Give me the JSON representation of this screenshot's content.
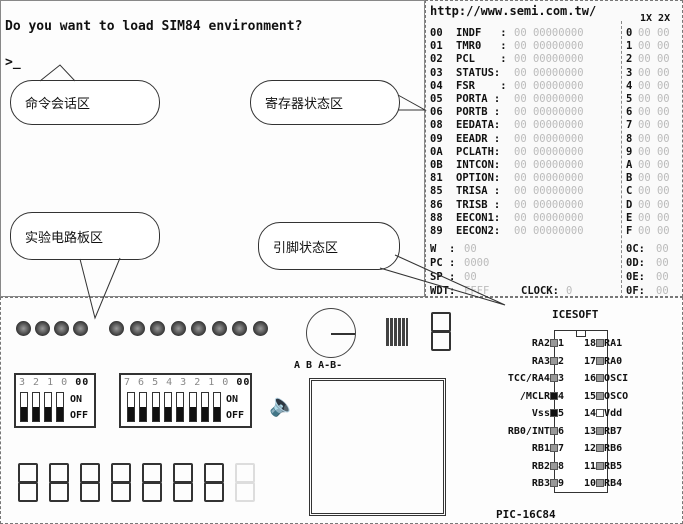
{
  "command": {
    "prompt": "Do you want to load SIM84 environment?",
    "cursor": ">_"
  },
  "callouts": {
    "command": "命令会话区",
    "registers": "寄存器状态区",
    "board": "实验电路板区",
    "pins": "引脚状态区"
  },
  "registers": {
    "url": "http://www.semi.com.tw/",
    "col_header": "1X 2X",
    "rows": [
      {
        "addr": "00",
        "name": "INDF   :",
        "value": "00 00000000"
      },
      {
        "addr": "01",
        "name": "TMR0   :",
        "value": "00 00000000"
      },
      {
        "addr": "02",
        "name": "PCL    :",
        "value": "00 00000000"
      },
      {
        "addr": "03",
        "name": "STATUS:",
        "value": "00 00000000"
      },
      {
        "addr": "04",
        "name": "FSR    :",
        "value": "00 00000000"
      },
      {
        "addr": "05",
        "name": "PORTA :",
        "value": "00 00000000"
      },
      {
        "addr": "06",
        "name": "PORTB :",
        "value": "00 00000000"
      },
      {
        "addr": "08",
        "name": "EEDATA:",
        "value": "00 00000000"
      },
      {
        "addr": "09",
        "name": "EEADR :",
        "value": "00 00000000"
      },
      {
        "addr": "0A",
        "name": "PCLATH:",
        "value": "00 00000000"
      },
      {
        "addr": "0B",
        "name": "INTCON:",
        "value": "00 00000000"
      },
      {
        "addr": "81",
        "name": "OPTION:",
        "value": "00 00000000"
      },
      {
        "addr": "85",
        "name": "TRISA :",
        "value": "00 00000000"
      },
      {
        "addr": "86",
        "name": "TRISB :",
        "value": "00 00000000"
      },
      {
        "addr": "88",
        "name": "EECON1:",
        "value": "00 00000000"
      },
      {
        "addr": "89",
        "name": "EECON2:",
        "value": "00 00000000"
      }
    ],
    "stack": [
      {
        "idx": "0",
        "value": "00 00"
      },
      {
        "idx": "1",
        "value": "00 00"
      },
      {
        "idx": "2",
        "value": "00 00"
      },
      {
        "idx": "3",
        "value": "00 00"
      },
      {
        "idx": "4",
        "value": "00 00"
      },
      {
        "idx": "5",
        "value": "00 00"
      },
      {
        "idx": "6",
        "value": "00 00"
      },
      {
        "idx": "7",
        "value": "00 00"
      },
      {
        "idx": "8",
        "value": "00 00"
      },
      {
        "idx": "9",
        "value": "00 00"
      },
      {
        "idx": "A",
        "value": "00 00"
      },
      {
        "idx": "B",
        "value": "00 00"
      },
      {
        "idx": "C",
        "value": "00 00"
      },
      {
        "idx": "D",
        "value": "00 00"
      },
      {
        "idx": "E",
        "value": "00 00"
      },
      {
        "idx": "F",
        "value": "00 00"
      }
    ],
    "cpu": [
      {
        "name": "W  :",
        "value": "00"
      },
      {
        "name": "PC :",
        "value": "0000"
      },
      {
        "name": "SP :",
        "value": "00"
      },
      {
        "name": "WDT:",
        "value": "FFFF"
      }
    ],
    "clock": {
      "label": "CLOCK:",
      "value": "0"
    },
    "extra": [
      {
        "name": "0C:",
        "value": "00"
      },
      {
        "name": "0D:",
        "value": "00"
      },
      {
        "name": "0E:",
        "value": "00"
      },
      {
        "name": "0F:",
        "value": "00"
      }
    ]
  },
  "board": {
    "motor_labels": "A B A-B-",
    "dip4": {
      "bits": "3 2 1 0",
      "value": "00",
      "on": "ON",
      "off": "OFF"
    },
    "dip8": {
      "bits": "7 6 5 4 3 2 1 0",
      "value": "00",
      "on": "ON",
      "off": "OFF"
    }
  },
  "chip": {
    "title": "ICESOFT",
    "part": "PIC-16C84",
    "left": [
      {
        "name": "RA2",
        "num": "1"
      },
      {
        "name": "RA3",
        "num": "2"
      },
      {
        "name": "TCC/RA4",
        "num": "3"
      },
      {
        "name": "/MCLR",
        "num": "4"
      },
      {
        "name": "Vss",
        "num": "5"
      },
      {
        "name": "RB0/INT",
        "num": "6"
      },
      {
        "name": "RB1",
        "num": "7"
      },
      {
        "name": "RB2",
        "num": "8"
      },
      {
        "name": "RB3",
        "num": "9"
      }
    ],
    "right": [
      {
        "name": "RA1",
        "num": "18"
      },
      {
        "name": "RA0",
        "num": "17"
      },
      {
        "name": "OSCI",
        "num": "16"
      },
      {
        "name": "OSCO",
        "num": "15"
      },
      {
        "name": "Vdd",
        "num": "14"
      },
      {
        "name": "RB7",
        "num": "13"
      },
      {
        "name": "RB6",
        "num": "12"
      },
      {
        "name": "RB5",
        "num": "11"
      },
      {
        "name": "RB4",
        "num": "10"
      }
    ]
  }
}
